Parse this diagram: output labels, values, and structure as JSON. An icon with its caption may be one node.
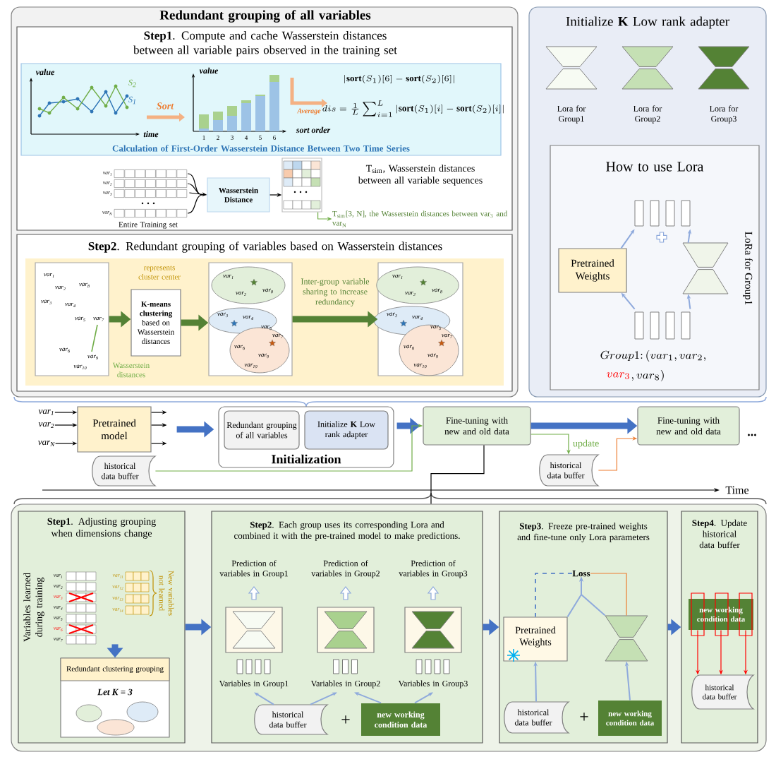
{
  "diagram": {
    "nodes": [
      {
        "text": [
          "Redundant grouping of all variables"
        ]
      },
      {
        "text": [
          "**Step1**. Compute and cache Wasserstein distances between all variable pairs observed in the training set"
        ],
        "in": 0
      },
      {
        "text": [
          "Calculation of First-Order Wasserstein Distance Between Two Time Series"
        ],
        "in": 1
      },
      {
        "text": [
          "var$_{1}$",
          "var$_{2}$",
          "var$_{3}$",
          "var$_{N}$"
        ],
        "beside": [
          "Entire Training set"
        ],
        "in": 1
      },
      {
        "text": [
          "Wasserstein Distance"
        ],
        "in": 1
      },
      {
        "text": [],
        "shape": "box",
        "in": 1
      },
      {
        "text": [
          "T$_{sim}$[3, N], the Wasserstein distances between var$_{3}$ and var$_{N}$"
        ],
        "in": 1
      },
      {
        "text": [
          "**Step2**. Redundant grouping of variables based on Wasserstein distances"
        ],
        "in": 0
      },
      {
        "text": [
          "var$_{1}$",
          "var$_{2}$",
          "var$_{8}$",
          "var$_{3}$",
          "var$_{4}$",
          "var$_{5}$",
          "var$_{7}$",
          "var$_{6}$",
          "var$_{9}$",
          "var$_{10}$"
        ],
        "beside": [
          "Wasserstein distances"
        ],
        "in": 7
      },
      {
        "text": [
          "**K-means clustering** based on Wasserstein distances"
        ],
        "in": 7
      },
      {
        "text": [
          "var$_{1}$",
          "var$_{2}$",
          "var$_{8}$",
          "var$_{3}$",
          "var$_{4}$",
          "var$_{5}$",
          "var$_{7}$",
          "var$_{6}$",
          "var$_{9}$",
          "var$_{10}$"
        ],
        "in": 7
      },
      {
        "text": [
          "var$_{1}$",
          "var$_{2}$",
          "var$_{8}$",
          "var$_{3}$",
          "var$_{4}$",
          "var$_{5}$",
          "var$_{7}$",
          "var$_{6}$",
          "var$_{9}$",
          "var$_{10}$"
        ],
        "in": 7
      },
      {
        "text": [
          "Initialize **K** Low rank adapter"
        ]
      },
      {
        "text": [
          "How to use Lora"
        ],
        "in": 12
      },
      {
        "text": [
          "Pretrained Weights"
        ],
        "in": 13
      },
      {
        "text": [],
        "shape": "hourglass",
        "beside": [
          "LoRa for Group1"
        ],
        "in": 13
      },
      {
        "text": [
          "var$_{1}$"
        ]
      },
      {
        "text": [
          "var$_{2}$"
        ]
      },
      {
        "text": [
          "var$_{N}$"
        ]
      },
      {
        "text": [
          "Pretrained model"
        ]
      },
      {
        "text": [
          "historical data buffer"
        ]
      },
      {
        "text": [
          "Initialization"
        ]
      },
      {
        "text": [
          "Redundant grouping of all variables"
        ],
        "in": 21
      },
      {
        "text": [
          "Initialize **K** Low rank adapter"
        ],
        "in": 21
      },
      {
        "text": [
          "Fine-tuning with new and old data"
        ]
      },
      {
        "text": [
          "historical data buffer"
        ]
      },
      {
        "text": [
          "Fine-tuning with new and old data"
        ],
        "beside": [
          "..."
        ]
      },
      {
        "text": [],
        "shape": "box"
      },
      {
        "text": [
          "**Step1**. Adjusting grouping when dimensions change"
        ],
        "in": 27
      },
      {
        "text": [
          "var$_{1}$",
          "var$_{2}$",
          "var$_{3}$",
          "var$_{4}$",
          "var$_{5}$",
          "var$_{6}$",
          "var$_{7}$"
        ],
        "beside": [
          "Variables learned during training"
        ],
        "in": 28
      },
      {
        "text": [
          "var$_{11}$",
          "var$_{12}$",
          "var$_{13}$",
          "var$_{14}$"
        ],
        "beside": [
          "New variables not learned"
        ],
        "in": 28
      },
      {
        "text": [
          "Redundant clustering grouping",
          "Let K = 3"
        ],
        "in": 28
      },
      {
        "text": [
          "**Step2**. Each group uses its corresponding Lora and combined it with the pre-trained model to make predictions."
        ],
        "in": 27
      },
      {
        "text": [],
        "shape": "box",
        "beside": [
          "Prediction of variables in Group1"
        ],
        "in": 32
      },
      {
        "text": [],
        "shape": "box",
        "beside": [
          "Prediction of variables in Group2"
        ],
        "in": 32
      },
      {
        "text": [],
        "shape": "box",
        "beside": [
          "Prediction of variables in Group3"
        ],
        "in": 32
      },
      {
        "text": [
          "historical data buffer"
        ],
        "in": 32
      },
      {
        "text": [
          "new working condition data"
        ],
        "in": 32
      },
      {
        "text": [
          "**Step3**. Freeze pre-trained weights and fine-tune only Lora parameters"
        ],
        "in": 27
      },
      {
        "text": [
          "Loss"
        ],
        "in": 38
      },
      {
        "text": [
          "Pretrained Weights"
        ],
        "in": 38
      },
      {
        "text": [],
        "shape": "hourglass",
        "in": 38
      },
      {
        "text": [
          "historical data buffer"
        ],
        "in": 38
      },
      {
        "text": [
          "new working condition data"
        ],
        "in": 38
      },
      {
        "text": [
          "**Step4**. Update historical data buffer"
        ],
        "in": 27
      },
      {
        "text": [
          "new working condition data"
        ],
        "in": 44
      },
      {
        "text": [
          "historical data buffer"
        ],
        "in": 44
      },
      {
        "text": [],
        "shape": "bar",
        "in": 13
      },
      {
        "text": [],
        "shape": "bar",
        "in": 13
      },
      {
        "text": [
          "Variables in Group1"
        ],
        "in": 32
      },
      {
        "text": [
          "Variables in Group2"
        ],
        "in": 32
      },
      {
        "text": [
          "Variables in Group3"
        ],
        "in": 32
      }
    ],
    "edges": [
      {
        "from": 3,
        "to": 4,
        "arrow": "to",
        "color": "#000000"
      },
      {
        "from": 4,
        "to": 5,
        "arrow": "to",
        "color": "#000000"
      },
      {
        "from": 5,
        "to": 6,
        "arrow": "to",
        "color": "#70ad47"
      },
      {
        "from": 8,
        "to": 9,
        "arrow": "to",
        "style": "thick",
        "color": "#548235"
      },
      {
        "from": 9,
        "to": 10,
        "arrow": "to",
        "style": "thick",
        "color": "#548235"
      },
      {
        "from": 10,
        "to": 11,
        "arrow": "to",
        "style": "thick",
        "color": "#548235",
        "label": "Inter-group variable sharing to increase redundancy"
      },
      {
        "from": 16,
        "to": 19,
        "arrow": "to",
        "color": "#000000"
      },
      {
        "from": 17,
        "to": 19,
        "arrow": "to",
        "color": "#000000"
      },
      {
        "from": 18,
        "to": 19,
        "arrow": "to",
        "color": "#000000"
      },
      {
        "from": 19,
        "to": null,
        "arrow": "to",
        "color": "#000000"
      },
      {
        "from": 19,
        "to": null,
        "arrow": "to",
        "color": "#000000"
      },
      {
        "from": 19,
        "to": null,
        "arrow": "to",
        "color": "#000000"
      },
      {
        "from": 19,
        "to": 21,
        "arrow": "to",
        "style": "thick",
        "color": "#4472c4"
      },
      {
        "from": 21,
        "to": 24,
        "arrow": "to",
        "style": "thick",
        "color": "#4472c4"
      },
      {
        "from": 20,
        "to": 24,
        "arrow": "to",
        "color": "#70ad47"
      },
      {
        "from": 24,
        "to": 25,
        "arrow": "to",
        "color": "#70ad47",
        "label": "update"
      },
      {
        "from": 24,
        "to": 26,
        "arrow": "to",
        "style": "thick",
        "color": "#4472c4"
      },
      {
        "from": 25,
        "to": 26,
        "arrow": "to",
        "color": "#ed7d31"
      },
      {
        "from": 24,
        "to": 27,
        "arrow": "none",
        "color": "#000000"
      },
      {
        "from": 29,
        "to": 31,
        "arrow": "to",
        "style": "thick",
        "color": "#4472c4"
      },
      {
        "from": 28,
        "to": 32,
        "arrow": "to",
        "style": "thick",
        "color": "#4472c4"
      },
      {
        "from": 32,
        "to": 38,
        "arrow": "to",
        "style": "thick",
        "color": "#4472c4"
      },
      {
        "from": 38,
        "to": 44,
        "arrow": "to",
        "style": "thick",
        "color": "#4472c4"
      },
      {
        "from": 41,
        "to": 39,
        "arrow": "none",
        "color": "#ed7d31"
      },
      {
        "from": 39,
        "to": 40,
        "arrow": "none",
        "style": "dashed",
        "color": "#4472c4"
      },
      {
        "from": 45,
        "to": 46,
        "arrow": "to",
        "color": "#ff0000"
      },
      {
        "from": 45,
        "to": 46,
        "arrow": "to",
        "color": "#ff0000"
      },
      {
        "from": 45,
        "to": 46,
        "arrow": "to",
        "color": "#ff0000"
      },
      {
        "from": 48,
        "to": 14,
        "arrow": "to"
      },
      {
        "from": 48,
        "to": 15,
        "arrow": "to"
      },
      {
        "from": 14,
        "to": 47,
        "arrow": "to"
      },
      {
        "from": 15,
        "to": 47,
        "arrow": "to"
      },
      {
        "from": 36,
        "to": 49,
        "arrow": "to"
      },
      {
        "from": 36,
        "to": 50,
        "arrow": "to"
      },
      {
        "from": 37,
        "to": 50,
        "arrow": "to"
      },
      {
        "from": 37,
        "to": 51,
        "arrow": "to"
      },
      {
        "from": 40,
        "to": 39,
        "arrow": "to"
      },
      {
        "from": 41,
        "to": 39,
        "arrow": "to"
      },
      {
        "from": 42,
        "to": 40,
        "arrow": "to"
      },
      {
        "from": 43,
        "to": 41,
        "arrow": "to"
      }
    ],
    "labels": [
      "value",
      "time",
      "S$_{2}$",
      "S$_{1}$",
      "Sort",
      "value",
      "1",
      "2",
      "3",
      "4",
      "5",
      "6",
      "sort order",
      "Average",
      "|\\mathbf{sort}(S_1)[6]-\\mathbf{sort}(S_2)[6]|",
      "dis=\\frac{1}{L}\\sum_{i=1}^{L}|\\mathbf{sort}(S_1)[i]-\\mathbf{sort}(S_2)[i]|",
      "represents cluster center",
      "Lora for Group1",
      "Lora for Group2",
      "Lora for Group3",
      "Group1\\colon (var_1, var_2,",
      "var_3",
      ", var_8)",
      "T$_{sim}$, Wasserstein distances between all variable sequences",
      "Time",
      "+",
      "+"
    ]
  }
}
